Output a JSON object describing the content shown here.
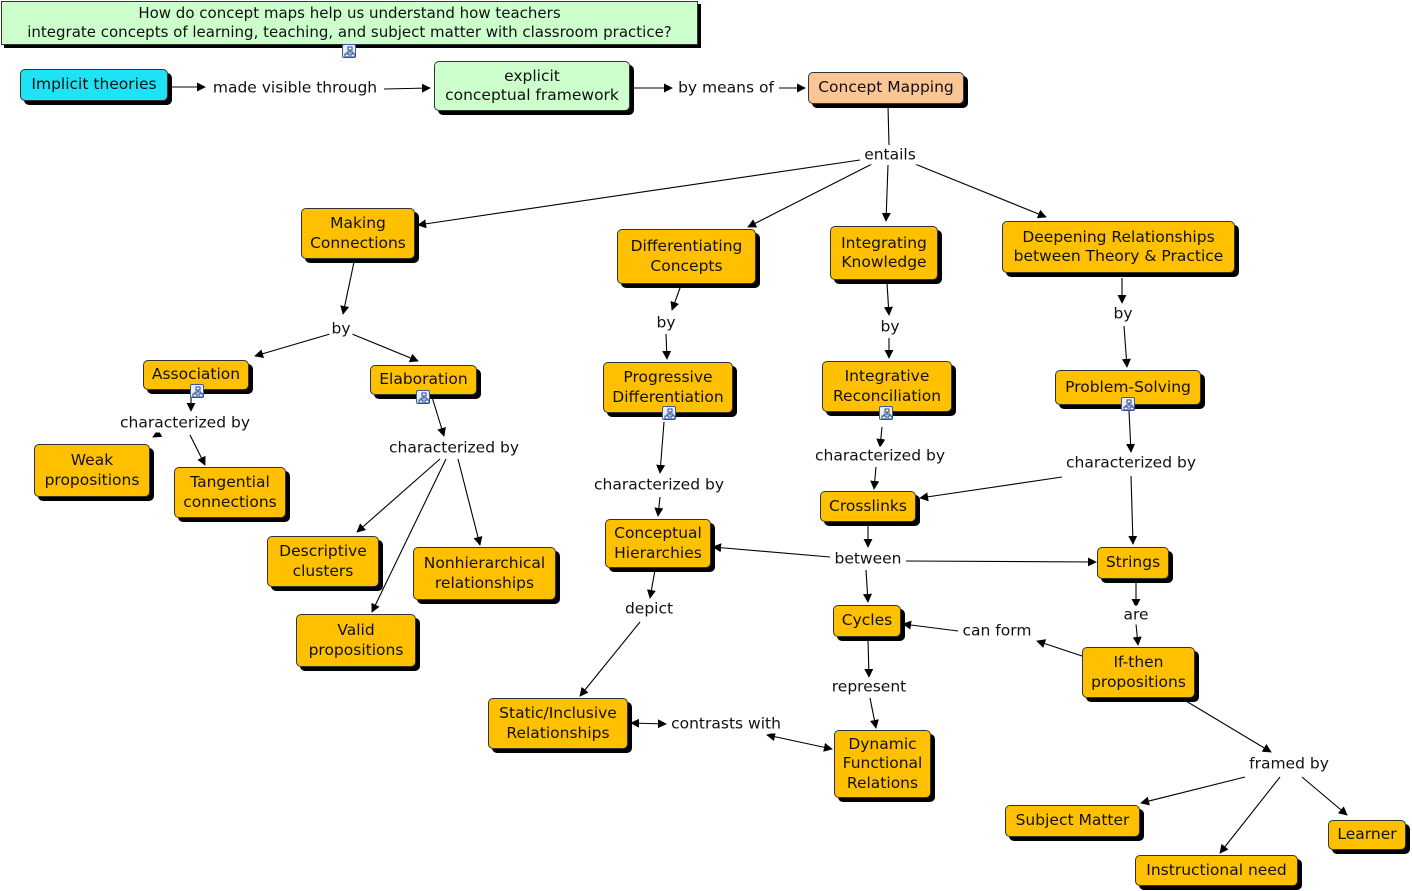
{
  "question": "How do concept maps help us understand how teachers\nintegrate concepts of learning, teaching, and subject matter with classroom practice?",
  "concepts": {
    "implicit_theories": "Implicit theories",
    "explicit_framework": "explicit\nconceptual framework",
    "concept_mapping": "Concept Mapping",
    "making_connections": "Making\nConnections",
    "differentiating_concepts": "Differentiating\nConcepts",
    "integrating_knowledge": "Integrating\nKnowledge",
    "deepening_relationships": "Deepening Relationships\nbetween Theory & Practice",
    "association": "Association",
    "elaboration": "Elaboration",
    "progressive_differentiation": "Progressive\nDifferentiation",
    "integrative_reconciliation": "Integrative\nReconciliation",
    "problem_solving": "Problem-Solving",
    "weak_propositions": "Weak\npropositions",
    "tangential_connections": "Tangential\nconnections",
    "descriptive_clusters": "Descriptive\nclusters",
    "nonhierarchical_relationships": "Nonhierarchical\nrelationships",
    "valid_propositions": "Valid\npropositions",
    "conceptual_hierarchies": "Conceptual\nHierarchies",
    "crosslinks": "Crosslinks",
    "strings": "Strings",
    "cycles": "Cycles",
    "if_then_propositions": "If-then\npropositions",
    "static_inclusive": "Static/Inclusive\nRelationships",
    "dynamic_functional": "Dynamic\nFunctional\nRelations",
    "subject_matter": "Subject Matter",
    "learner": "Learner",
    "instructional_need": "Instructional need"
  },
  "links": {
    "made_visible_through": "made visible through",
    "by_means_of": "by means of",
    "entails": "entails",
    "by_mc": "by",
    "by_dc": "by",
    "by_ik": "by",
    "by_dr": "by",
    "characterized_by_assoc": "characterized by",
    "characterized_by_elab": "characterized by",
    "characterized_by_pd": "characterized by",
    "characterized_by_ir": "characterized by",
    "characterized_by_ps": "characterized by",
    "between": "between",
    "are": "are",
    "depict": "depict",
    "can_form": "can form",
    "represent": "represent",
    "contrasts_with": "contrasts with",
    "framed_by": "framed by"
  },
  "colors": {
    "concept": "#ffc000",
    "root": "#1ee3f5",
    "framework": "#ccffcc",
    "method": "#fcc596",
    "question": "#ccffcc"
  },
  "icons": [
    "submap-icon"
  ]
}
